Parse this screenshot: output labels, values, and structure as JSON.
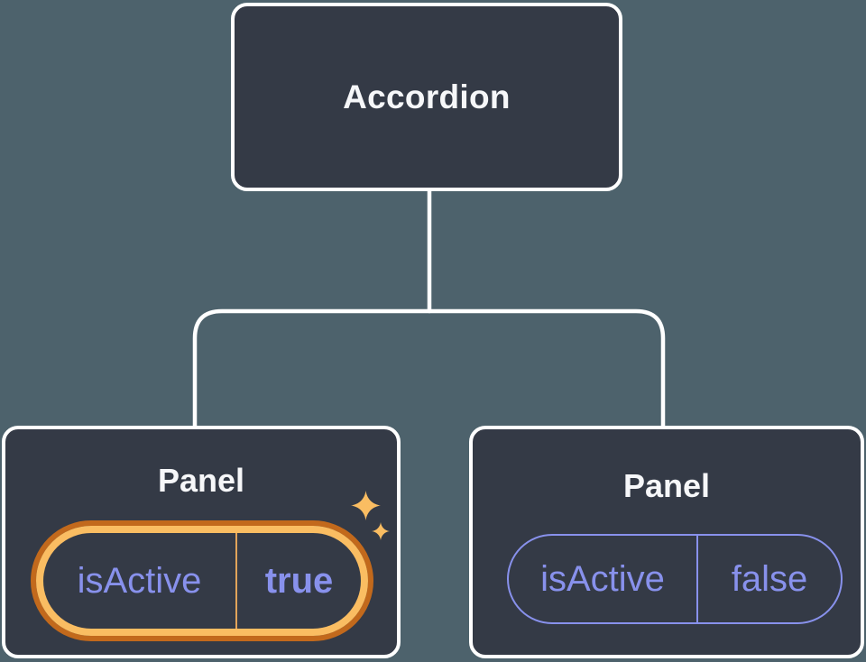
{
  "tree": {
    "root": {
      "label": "Accordion"
    },
    "children": [
      {
        "label": "Panel",
        "state": {
          "name": "isActive",
          "value": "true"
        },
        "highlighted": true
      },
      {
        "label": "Panel",
        "state": {
          "name": "isActive",
          "value": "false"
        },
        "highlighted": false
      }
    ]
  },
  "icons": {
    "sparkle": "✦"
  },
  "colors": {
    "background": "#4D626C",
    "node_fill": "#343A46",
    "node_border": "#FFFFFF",
    "node_text": "#F6F7F9",
    "connector": "#FFFFFF",
    "state_purple": "#8891EC",
    "highlight_orange_dark": "#C2691C",
    "highlight_orange_light": "#FABD62",
    "highlight_divider": "#E2A45A",
    "sparkle": "#FABD62"
  }
}
